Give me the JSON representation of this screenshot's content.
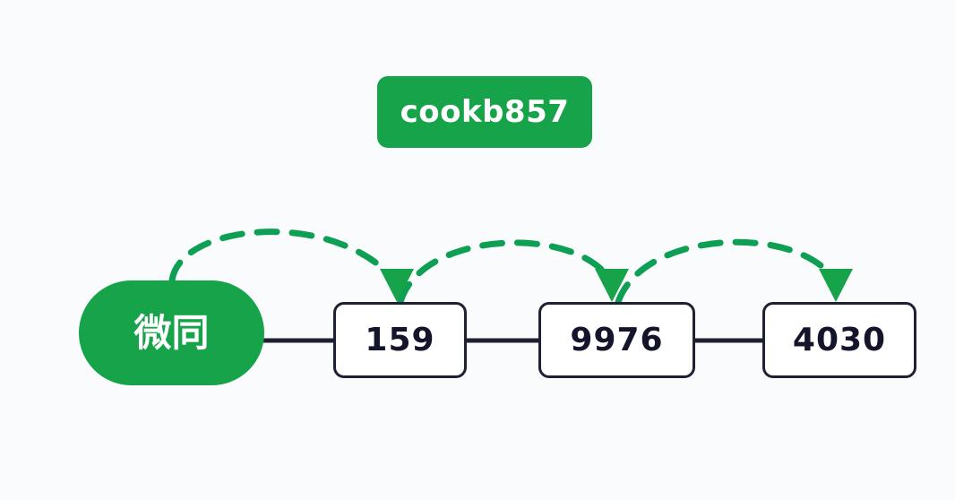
{
  "diagram": {
    "title_badge": {
      "label": "cookb857",
      "color": "#16a34a",
      "text_color": "#ffffff"
    },
    "root_node": {
      "label": "微同",
      "color": "#16a34a",
      "text_color": "#ffffff",
      "shape": "pill"
    },
    "sequence_nodes": [
      {
        "label": "159",
        "shape": "rounded-rect",
        "fill": "#ffffff",
        "border_color": "#1f2033",
        "text_color": "#14142b"
      },
      {
        "label": "9976",
        "shape": "rounded-rect",
        "fill": "#ffffff",
        "border_color": "#1f2033",
        "text_color": "#14142b"
      },
      {
        "label": "4030",
        "shape": "rounded-rect",
        "fill": "#ffffff",
        "border_color": "#1f2033",
        "text_color": "#14142b"
      }
    ],
    "connector_lines": [
      {
        "from": "微同",
        "to": "159",
        "style": "solid",
        "color": "#1f2033"
      },
      {
        "from": "159",
        "to": "9976",
        "style": "solid",
        "color": "#1f2033"
      },
      {
        "from": "9976",
        "to": "4030",
        "style": "solid",
        "color": "#1f2033"
      }
    ],
    "arc_arrows": [
      {
        "from": "微同",
        "to": "159",
        "style": "dashed",
        "color": "#0d9f53",
        "direction": "down"
      },
      {
        "from": "159",
        "to": "9976",
        "style": "dashed",
        "color": "#0d9f53",
        "direction": "down"
      },
      {
        "from": "9976",
        "to": "4030",
        "style": "dashed",
        "color": "#0d9f53",
        "direction": "down"
      }
    ],
    "background_color": "#f9fbfc"
  }
}
